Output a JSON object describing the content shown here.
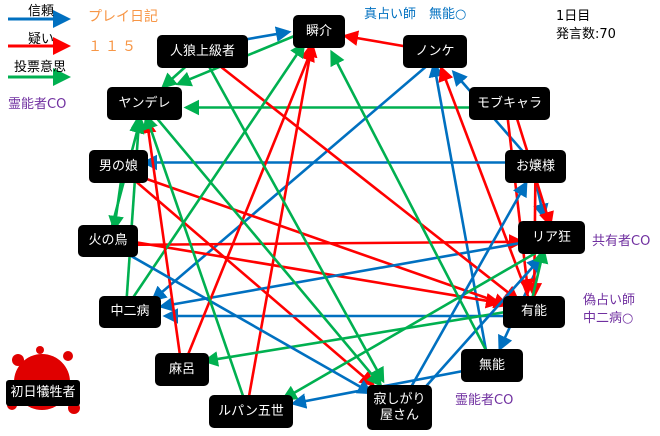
{
  "legend": [
    {
      "label": "信頼",
      "color": "#0070c0"
    },
    {
      "label": "疑い",
      "color": "#ff0000"
    },
    {
      "label": "投票意思",
      "color": "#00b050"
    }
  ],
  "header": {
    "title": "プレイ日記",
    "number": "１１５",
    "day": "1日目",
    "posts": "発言数:70"
  },
  "colors": {
    "trust": "#0070c0",
    "doubt": "#ff0000",
    "vote": "#00b050",
    "annotation": "#7030a0",
    "title": "#f79646"
  },
  "nodes": [
    {
      "id": "jinro",
      "label": "人狼上級者"
    },
    {
      "id": "shunsuke",
      "label": "瞬介"
    },
    {
      "id": "nonke",
      "label": "ノンケ"
    },
    {
      "id": "yandere",
      "label": "ヤンデレ"
    },
    {
      "id": "mob",
      "label": "モブキャラ"
    },
    {
      "id": "otoko",
      "label": "男の娘"
    },
    {
      "id": "ojou",
      "label": "お嬢様"
    },
    {
      "id": "hinotori",
      "label": "火の鳥"
    },
    {
      "id": "riakyou",
      "label": "リア狂"
    },
    {
      "id": "chuni",
      "label": "中二病"
    },
    {
      "id": "yuunou",
      "label": "有能"
    },
    {
      "id": "maro",
      "label": "麻呂"
    },
    {
      "id": "munou",
      "label": "無能"
    },
    {
      "id": "lupin",
      "label": "ルパン五世"
    },
    {
      "id": "sabishi",
      "label": "寂しがり\n屋さん"
    }
  ],
  "victim": {
    "label": "初日犠牲者"
  },
  "annotations": {
    "reinou1": "霊能者CO",
    "seer": "真占い師　無能○",
    "kyouyu": "共有者CO",
    "fake_seer": "偽占い師\n中二病○",
    "reinou2": "霊能者CO"
  },
  "edges": [
    [
      "jinro",
      "shunsuke",
      "trust"
    ],
    [
      "nonke",
      "shunsuke",
      "doubt"
    ],
    [
      "ojou",
      "nonke",
      "trust"
    ],
    [
      "ojou",
      "riakyou",
      "trust"
    ],
    [
      "riakyou",
      "munou",
      "trust"
    ],
    [
      "mob",
      "riakyou",
      "doubt"
    ],
    [
      "mob",
      "yuunou",
      "doubt"
    ],
    [
      "ojou",
      "yuunou",
      "doubt"
    ],
    [
      "mob",
      "yandere",
      "vote"
    ],
    [
      "shunsuke",
      "yandere",
      "vote"
    ],
    [
      "jinro",
      "yandere",
      "vote"
    ],
    [
      "nonke",
      "chuni",
      "trust"
    ],
    [
      "munou",
      "nonke",
      "trust"
    ],
    [
      "yuunou",
      "nonke",
      "doubt"
    ],
    [
      "hinotori",
      "riakyou",
      "doubt"
    ],
    [
      "hinotori",
      "yuunou",
      "doubt"
    ],
    [
      "otoko",
      "sabishi",
      "doubt"
    ],
    [
      "otoko",
      "yuunou",
      "doubt"
    ],
    [
      "ojou",
      "otoko",
      "trust"
    ],
    [
      "riakyou",
      "chuni",
      "trust"
    ],
    [
      "yuunou",
      "chuni",
      "trust"
    ],
    [
      "lupin",
      "shunsuke",
      "doubt"
    ],
    [
      "maro",
      "shunsuke",
      "doubt"
    ],
    [
      "jinro",
      "yuunou",
      "doubt"
    ],
    [
      "jinro",
      "sabishi",
      "vote"
    ],
    [
      "yandere",
      "sabishi",
      "vote"
    ],
    [
      "riakyou",
      "lupin",
      "vote"
    ],
    [
      "yuunou",
      "maro",
      "vote"
    ],
    [
      "sabishi",
      "ojou",
      "trust"
    ],
    [
      "sabishi",
      "riakyou",
      "trust"
    ],
    [
      "chuni",
      "shunsuke",
      "vote"
    ],
    [
      "maro",
      "yandere",
      "doubt"
    ],
    [
      "hinotori",
      "sabishi",
      "trust"
    ],
    [
      "lupin",
      "yandere",
      "vote"
    ],
    [
      "munou",
      "lupin",
      "trust"
    ],
    [
      "otoko",
      "hinotori",
      "vote"
    ],
    [
      "chuni",
      "yandere",
      "vote"
    ],
    [
      "hinotori",
      "yandere",
      "vote"
    ],
    [
      "munou",
      "shunsuke",
      "vote"
    ],
    [
      "yuunou",
      "riakyou",
      "vote"
    ]
  ]
}
